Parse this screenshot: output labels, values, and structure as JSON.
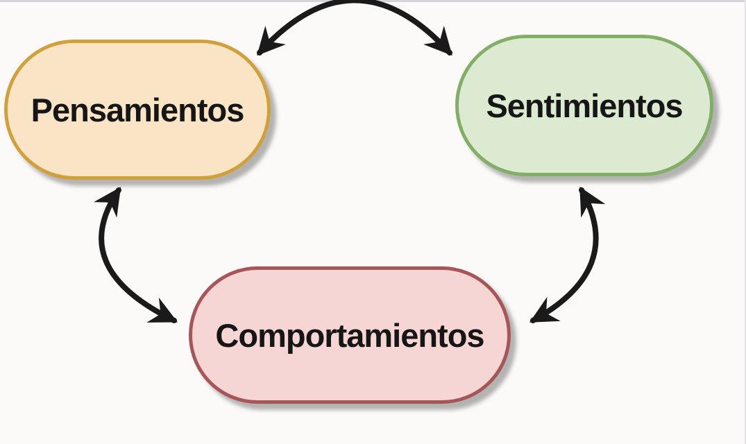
{
  "diagram": {
    "description": "Cognitive triangle diagram: three pill-shaped nodes connected by curved double-headed arrows",
    "background_color": "#FBFAF8",
    "arrow_color": "#1A1A1A",
    "text_color": "#161616",
    "nodes": [
      {
        "id": "pensamientos",
        "label": "Pensamientos",
        "fill": "#FAE4C6",
        "border": "#D2A039",
        "position": "top-left"
      },
      {
        "id": "sentimientos",
        "label": "Sentimientos",
        "fill": "#DCEAD2",
        "border": "#82AE66",
        "position": "top-right"
      },
      {
        "id": "comportamientos",
        "label": "Comportamientos",
        "fill": "#F5D6D5",
        "border": "#A75556",
        "position": "bottom-center"
      }
    ],
    "edges": [
      {
        "from": "pensamientos",
        "to": "sentimientos",
        "style": "curved-double-arrow"
      },
      {
        "from": "pensamientos",
        "to": "comportamientos",
        "style": "curved-double-arrow"
      },
      {
        "from": "sentimientos",
        "to": "comportamientos",
        "style": "curved-double-arrow"
      }
    ]
  }
}
